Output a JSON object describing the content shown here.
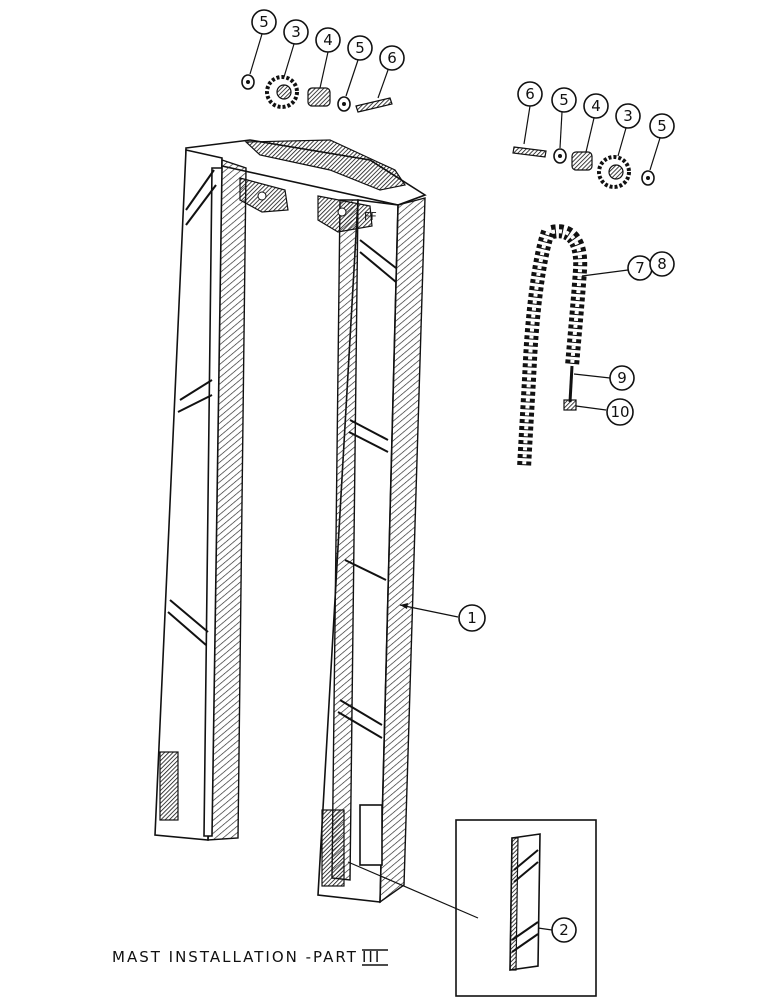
{
  "caption": "MAST INSTALLATION -PART",
  "caption_roman": "III",
  "callouts": {
    "left_group": [
      "5",
      "3",
      "4",
      "5",
      "6"
    ],
    "right_group": [
      "6",
      "5",
      "4",
      "3",
      "5"
    ],
    "chain_7": "7",
    "chain_8": "8",
    "chain_9": "9",
    "chain_10": "10",
    "mast_1": "1",
    "pad_2": "2"
  },
  "mast_marking": "FF",
  "colors": {
    "ink": "#111111",
    "paper": "#ffffff"
  }
}
